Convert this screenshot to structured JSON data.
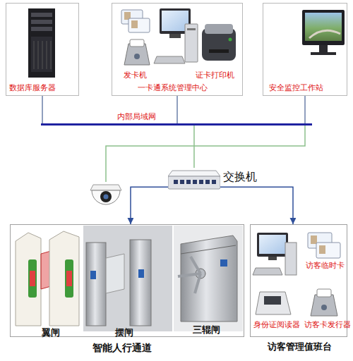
{
  "diagram": {
    "nodes": [
      {
        "text": [
          "数据库服务器"
        ]
      },
      {
        "text": [
          "发卡机",
          "证卡打印机",
          "一卡通系统管理中心"
        ]
      },
      {
        "text": [
          "安全监控工作站"
        ]
      },
      {
        "text": [
          "内部局域网"
        ]
      },
      {
        "text": [
          "交换机"
        ]
      },
      {
        "text": [
          "翼闸",
          "摆闸",
          "三辊闸",
          "智能人行通道"
        ]
      },
      {
        "text": [
          "访客临时卡",
          "身份证阅读器",
          "访客卡发行器",
          "访客管理值班台"
        ]
      }
    ],
    "edges": [
      {
        "from": 0,
        "to": 3,
        "arrow": "none"
      },
      {
        "from": 1,
        "to": 3,
        "arrow": "none"
      },
      {
        "from": 2,
        "to": 3,
        "arrow": "none"
      },
      {
        "from": 3,
        "to": 4,
        "arrow": "none"
      },
      {
        "from": 4,
        "to": 5,
        "arrow": "to"
      },
      {
        "from": 4,
        "to": 6,
        "arrow": "to"
      }
    ]
  }
}
